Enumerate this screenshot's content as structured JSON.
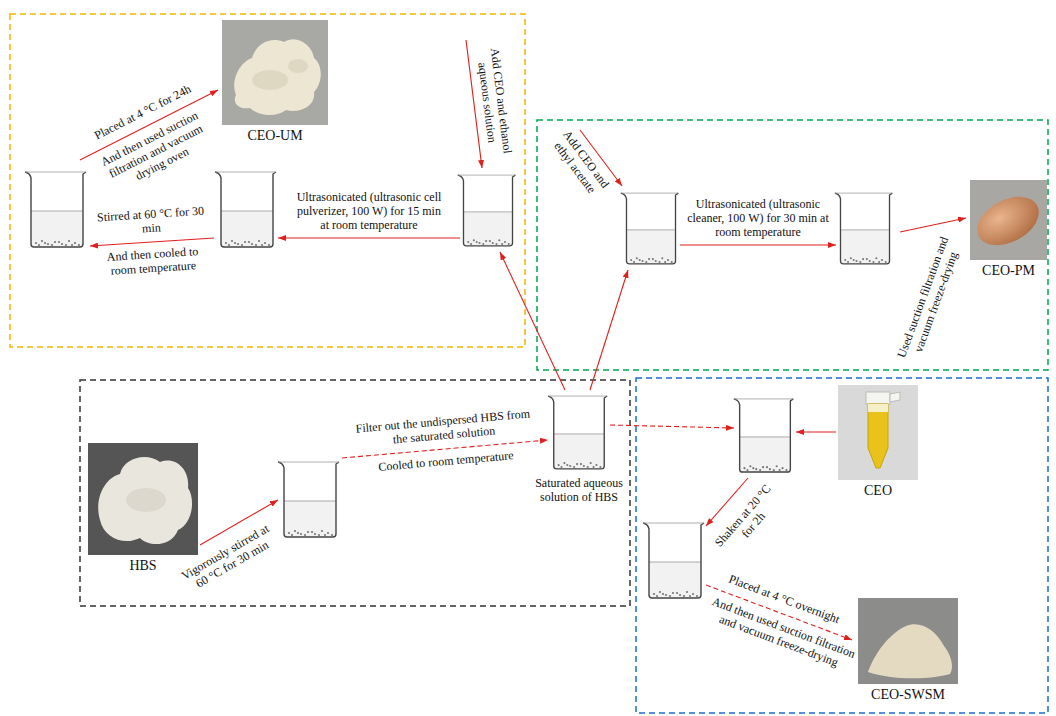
{
  "diagram": {
    "nodes": [
      {
        "text": [
          "CEO-UM"
        ]
      },
      {
        "text": [
          "CEO-PM"
        ]
      },
      {
        "text": [
          "HBS"
        ]
      },
      {
        "text": [
          "Saturated aqueous solution of HBS"
        ]
      },
      {
        "text": [
          "CEO"
        ]
      },
      {
        "text": [
          "CEO-SWSM"
        ]
      }
    ],
    "labels": [
      "Placed at 4 °C for 24h",
      "And then used suction filtration and vacuum drying oven",
      "Add CEO and ethanol aqueous solution",
      "Stirred at 60 °C for 30 min",
      "And then cooled to room temperature",
      "Ultrasonicated (ultrasonic cell pulverizer, 100 W) for 15 min at room temperature",
      "Add CEO and ethyl acetate",
      "Ultrasonicated (ultrasonic cleaner, 100 W) for 30 min at room temperature",
      "Used suction filtration and vacuum freeze-drying",
      "Filter out the undispersed HBS from the saturated solution",
      "Cooled to room temperature",
      "Vigorously stirred at 60 °C for 30 min",
      "Shaken at 20 °C for 2h",
      "Placed at 4 °C overnight",
      "And then used suction filtration and vacuum freeze-drying"
    ]
  }
}
